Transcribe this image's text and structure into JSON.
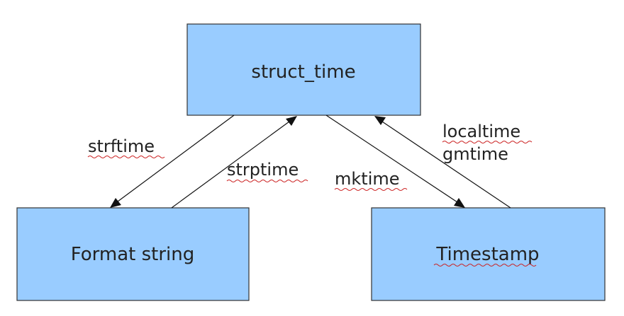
{
  "nodes": {
    "struct_time": "struct_time",
    "format_string": "Format string",
    "timestamp": "Timestamp"
  },
  "edges": {
    "strftime": "strftime",
    "strptime": "strptime",
    "mktime": "mktime",
    "localtime": "localtime",
    "gmtime": "gmtime"
  },
  "colors": {
    "box_fill": "#99ccff",
    "spellcheck_underline": "#cc2222"
  }
}
